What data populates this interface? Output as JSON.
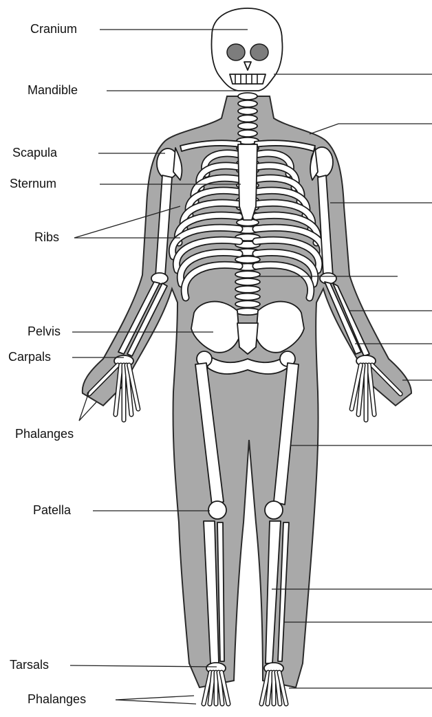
{
  "labels": {
    "cranium": "Cranium",
    "mandible": "Mandible",
    "scapula": "Scapula",
    "sternum": "Sternum",
    "ribs": "Ribs",
    "pelvis": "Pelvis",
    "carpals": "Carpals",
    "phalanges_hand": "Phalanges",
    "patella": "Patella",
    "tarsals": "Tarsals",
    "phalanges_foot": "Phalanges"
  },
  "colors": {
    "body_silhouette": "#a9a9a9",
    "bone": "#ffffff",
    "outline": "#1a1a1a",
    "eye_socket": "#7d7d7d"
  }
}
